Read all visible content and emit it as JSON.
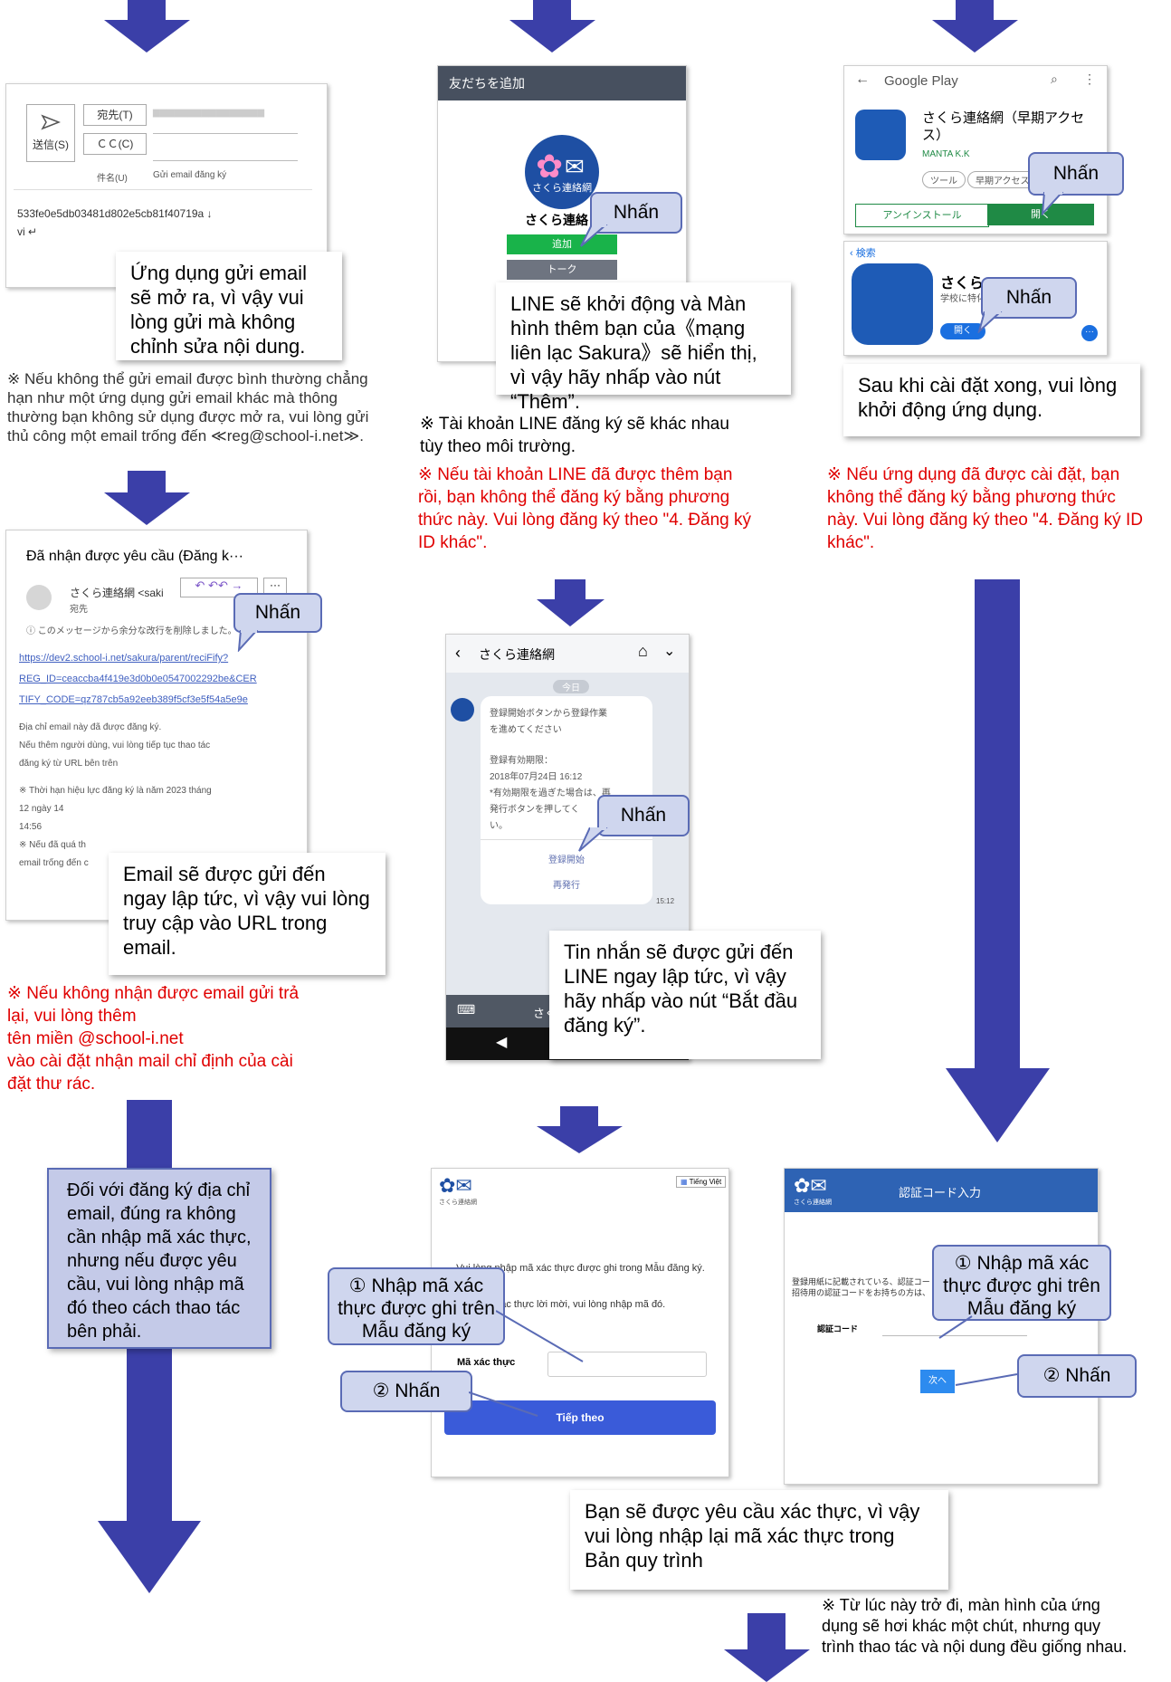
{
  "email_compose": {
    "send_label": "送信(S)",
    "to_label": "宛先(T)",
    "cc_label": "ＣＣ(C)",
    "subject_label": "件名(U)",
    "subject_value": "Gửi email đăng ký",
    "body_line1": "533fe0e5db03481d802e5cb81f40719a ↓",
    "body_line2": "vi ↵"
  },
  "email_caption": "Ứng dụng gửi email sẽ mở ra, vì vậy vui lòng gửi mà không chỉnh sửa nội dung.",
  "email_note": "※ Nếu không thể gửi email được bình thường chẳng hạn như một ứng dụng gửi email khác mà thông thường bạn không sử dụng được mở ra, vui lòng gửi thủ công một email trống đến ≪reg@school-i.net≫.",
  "email_received": {
    "subject": "Đã nhận được yêu cầu (Đăng k···",
    "sender": "さくら連絡網 <saki",
    "to_label": "宛先",
    "info": "このメッセージから余分な改行を削除しました。",
    "link1": "https://dev2.school-i.net/sakura/parent/reciFify?",
    "link2": "REG_ID=ceaccba4f419e3d0b0e0547002292be&CER",
    "link3": "TIFY_CODE=qz787cb5a92eeb389f5cf3e5f54a5e9e",
    "text1": "Địa chỉ email này đã được đăng ký.",
    "text2": "Nếu thêm người dùng, vui lòng tiếp tục thao tác",
    "text3": "đăng ký từ URL bên trên",
    "text4": "※ Thời hạn hiệu lực đăng ký là năm 2023 tháng",
    "text5": "12 ngày 14",
    "text6": "14:56",
    "text7": "※ Nếu đã quá th",
    "text8": "email trống đến c",
    "callout": "Nhấn"
  },
  "received_caption": "Email sẽ được gửi đến ngay lập tức, vì vậy vui lòng truy cập vào URL trong email.",
  "received_note": "※ Nếu không nhận được email gửi trả lại, vui lòng thêm\ntên miền @school-i.net\n vào cài đặt nhận mail chỉ định của cài đặt thư rác.",
  "side_box": "Đối với đăng ký địa chỉ email, đúng ra không cần nhập mã xác thực, nhưng nếu được yêu cầu, vui lòng nhập mã đó theo cách thao tác bên phải.",
  "line_add": {
    "header": "友だちを追加",
    "logo_text": "さくら連絡網",
    "name": "さくら連絡",
    "add_btn": "追加",
    "talk_btn": "トーク",
    "callout": "Nhấn"
  },
  "line_caption": "LINE sẽ khởi động và Màn hình thêm bạn của《mạng liên lạc Sakura》sẽ hiển thị, vì vậy hãy nhấp vào nút “Thêm”.",
  "line_note_black": "※ Tài khoản LINE đăng ký sẽ khác nhau tùy theo môi trường.",
  "line_note_red": "※ Nếu tài khoản LINE đã được thêm bạn rồi, bạn không thể đăng ký bằng phương thức này. Vui lòng đăng ký theo \"4. Đăng ký ID khác\".",
  "line_chat": {
    "title": "さくら連絡網",
    "date": "今日",
    "msg1": "登録開始ボタンから登録作業",
    "msg2": "を進めてください",
    "msg3": "登録有効期限：",
    "msg4": "2018年07月24日 16:12",
    "msg5": "*有効期限を過ぎた場合は、再",
    "msg6": "発行ボタンを押してく",
    "msg7": "い。",
    "action1": "登録開始",
    "action2": "再発行",
    "time": "15:12",
    "input_text": "さく",
    "callout": "Nhấn"
  },
  "chat_caption": "Tin nhắn sẽ được gửi đến LINE ngay lập tức, vì vậy hãy nhấp vào nút “Bắt đầu đăng ký”.",
  "google_play": {
    "title": "Google Play",
    "app_name": "さくら連絡網（早期アクセス）",
    "developer": "MANTA K.K",
    "tag1": "ツール",
    "tag2": "早期アクセス",
    "uninstall": "アンインストール",
    "open": "開く",
    "callout": "Nhấn"
  },
  "app_store": {
    "back": "検索",
    "name": "さくら",
    "sub": "学校に特化",
    "open": "開く",
    "callout": "Nhấn"
  },
  "store_caption": "Sau khi cài đặt xong, vui lòng khởi động ứng dụng.",
  "store_note": "※ Nếu ứng dụng đã được cài đặt, bạn không thể đăng ký bằng phương thức này. Vui lòng đăng ký theo \"4. Đăng ký ID khác\".",
  "verify_vi": {
    "logo_text": "さくら連絡網",
    "lang": "Tiếng Việt",
    "instruction1": "Vui lòng nhập mã xác thực được ghi trong Mẫu đăng ký.",
    "instruction2": "xác thực lời mời, vui lòng nhập mã đó.",
    "field_label": "Mã xác thực",
    "next": "Tiếp theo",
    "callout1": "① Nhập mã xác thực được ghi trên Mẫu đăng ký",
    "callout2": "② Nhấn"
  },
  "verify_jp": {
    "logo_text": "さくら連絡網",
    "header": "認証コード入力",
    "instruction1": "登録用紙に記載されている、認証コー",
    "instruction2": "招待用の認証コードをお持ちの方は、",
    "field_label": "認証コード",
    "next": "次へ",
    "callout1": "① Nhập mã xác thực được ghi trên Mẫu đăng ký",
    "callout2": "② Nhấn"
  },
  "verify_caption": "Bạn sẽ được yêu cầu xác thực, vì vậy vui lòng nhập lại mã xác thực trong Bản quy trình",
  "bottom_note": "※ Từ lúc này trở đi, màn hình của ứng dụng sẽ hơi khác một chút, nhưng quy trình thao tác và nội dung đều giống nhau.",
  "colors": {
    "arrow": "#3b3fa8",
    "note_red": "#e00000",
    "callout_fill": "#cfd6ee",
    "callout_border": "#5a6bb5",
    "line_green": "#19b34a",
    "button_blue": "#3a5bd9"
  }
}
